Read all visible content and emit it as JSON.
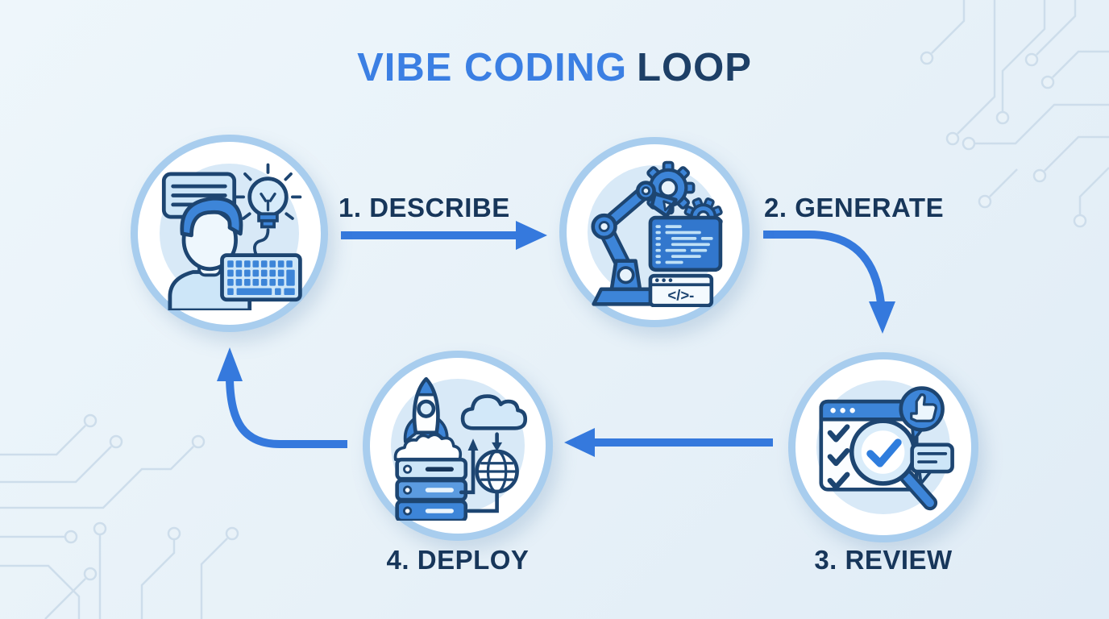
{
  "title": {
    "part1": "VIBE CODING",
    "part2": "LOOP"
  },
  "steps": [
    {
      "index": 1,
      "label": "1. DESCRIBE",
      "name": "Describe",
      "icon": "person-speech-bubble-lightbulb-keyboard-icon"
    },
    {
      "index": 2,
      "label": "2. GENERATE",
      "name": "Generate",
      "icon": "robot-arm-gears-code-window-icon"
    },
    {
      "index": 3,
      "label": "3. REVIEW",
      "name": "Review",
      "icon": "checklist-magnifier-thumbs-up-icon"
    },
    {
      "index": 4,
      "label": "4. DEPLOY",
      "name": "Deploy",
      "icon": "rocket-server-cloud-globe-icon"
    }
  ],
  "flow": [
    {
      "from": "Describe",
      "to": "Generate"
    },
    {
      "from": "Generate",
      "to": "Review"
    },
    {
      "from": "Review",
      "to": "Deploy"
    },
    {
      "from": "Deploy",
      "to": "Describe"
    }
  ],
  "code_window_text": "</>-",
  "colors": {
    "background": "#e9f2f8",
    "title_primary": "#3b7fe3",
    "title_dark": "#1d3f66",
    "label": "#17365a",
    "arrow": "#3579dd",
    "circle_ring": "#a8cdee",
    "circle_fill": "#ffffff",
    "circle_halo": "#d8e9f7",
    "icon_outline": "#1d4571",
    "icon_blue": "#3d85d8",
    "icon_light": "#cde6f8",
    "circuit_line": "#cdddeb"
  }
}
